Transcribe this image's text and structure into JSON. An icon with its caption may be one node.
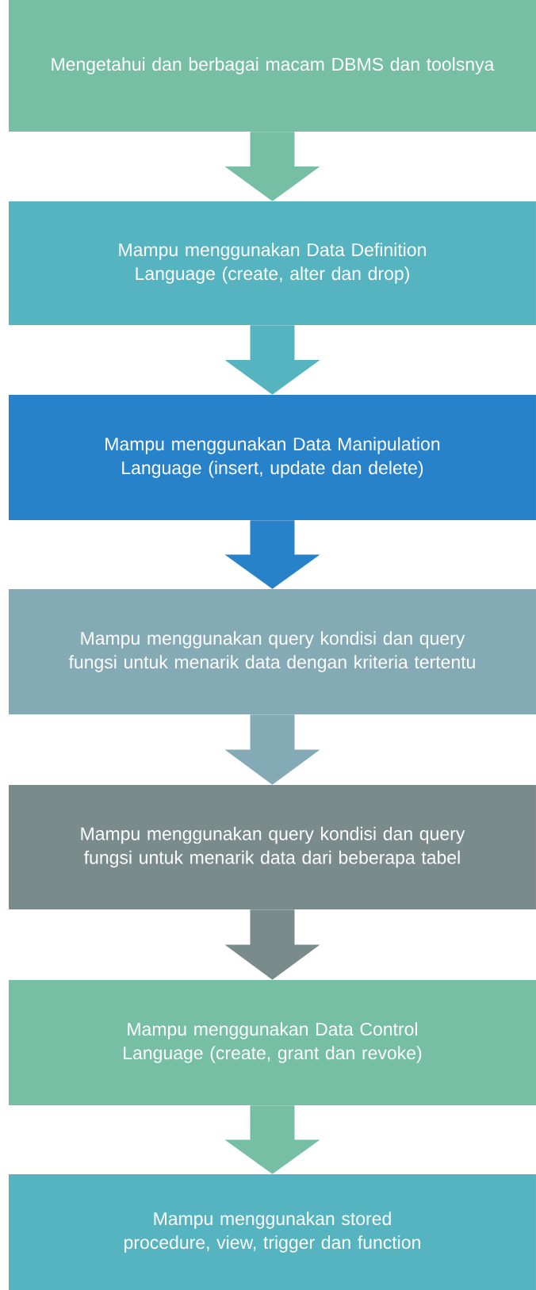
{
  "diagram": {
    "nodes": [
      {
        "text": [
          "Mengetahui dan berbagai macam DBMS dan toolsnya"
        ]
      },
      {
        "text": [
          "Mampu menggunakan Data Definition Language (create, alter dan drop)"
        ]
      },
      {
        "text": [
          "Mampu menggunakan Data Manipulation Language (insert, update dan delete)"
        ]
      },
      {
        "text": [
          "Mampu menggunakan query kondisi dan query fungsi untuk menarik data dengan kriteria tertentu"
        ]
      },
      {
        "text": [
          "Mampu menggunakan query kondisi dan query fungsi untuk menarik data dari beberapa tabel"
        ]
      },
      {
        "text": [
          "Mampu menggunakan Data Control Language (create, grant dan revoke)"
        ]
      },
      {
        "text": [
          "Mampu menggunakan stored procedure, view, trigger dan function"
        ]
      }
    ],
    "edges": [
      {
        "from": 0,
        "to": 1,
        "arrow": "to",
        "color": "#76bea4"
      },
      {
        "from": 1,
        "to": 2,
        "arrow": "to",
        "color": "#56b4c0"
      },
      {
        "from": 2,
        "to": 3,
        "arrow": "to",
        "color": "#2882c9"
      },
      {
        "from": 3,
        "to": 4,
        "arrow": "to",
        "color": "#84aab5"
      },
      {
        "from": 4,
        "to": 5,
        "arrow": "to",
        "color": "#7a8b8c"
      },
      {
        "from": 5,
        "to": 6,
        "arrow": "to",
        "color": "#76bea4"
      }
    ]
  }
}
